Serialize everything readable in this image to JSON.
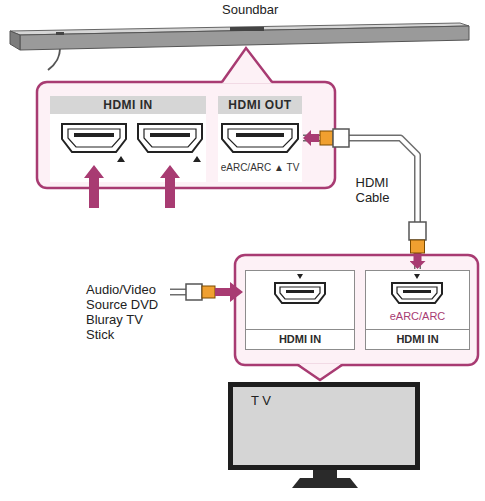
{
  "diagram": {
    "nodes": [
      {
        "text": [
          "Soundbar"
        ]
      },
      {
        "text": [
          "HDMI IN"
        ]
      },
      {
        "text": [
          "HDMI OUT",
          "eARC/ARC ▲ TV"
        ]
      },
      {
        "text": [
          "HDMI IN"
        ]
      },
      {
        "text": [
          "eARC/ARC",
          "HDMI IN"
        ]
      },
      {
        "text": [
          "T V"
        ]
      }
    ],
    "edges": [
      {
        "from": 2,
        "to": 4,
        "arrow": "both",
        "label": "HDMI Cable"
      }
    ],
    "labels": [
      "Audio/Video Source DVD Bluray TV Stick"
    ]
  }
}
